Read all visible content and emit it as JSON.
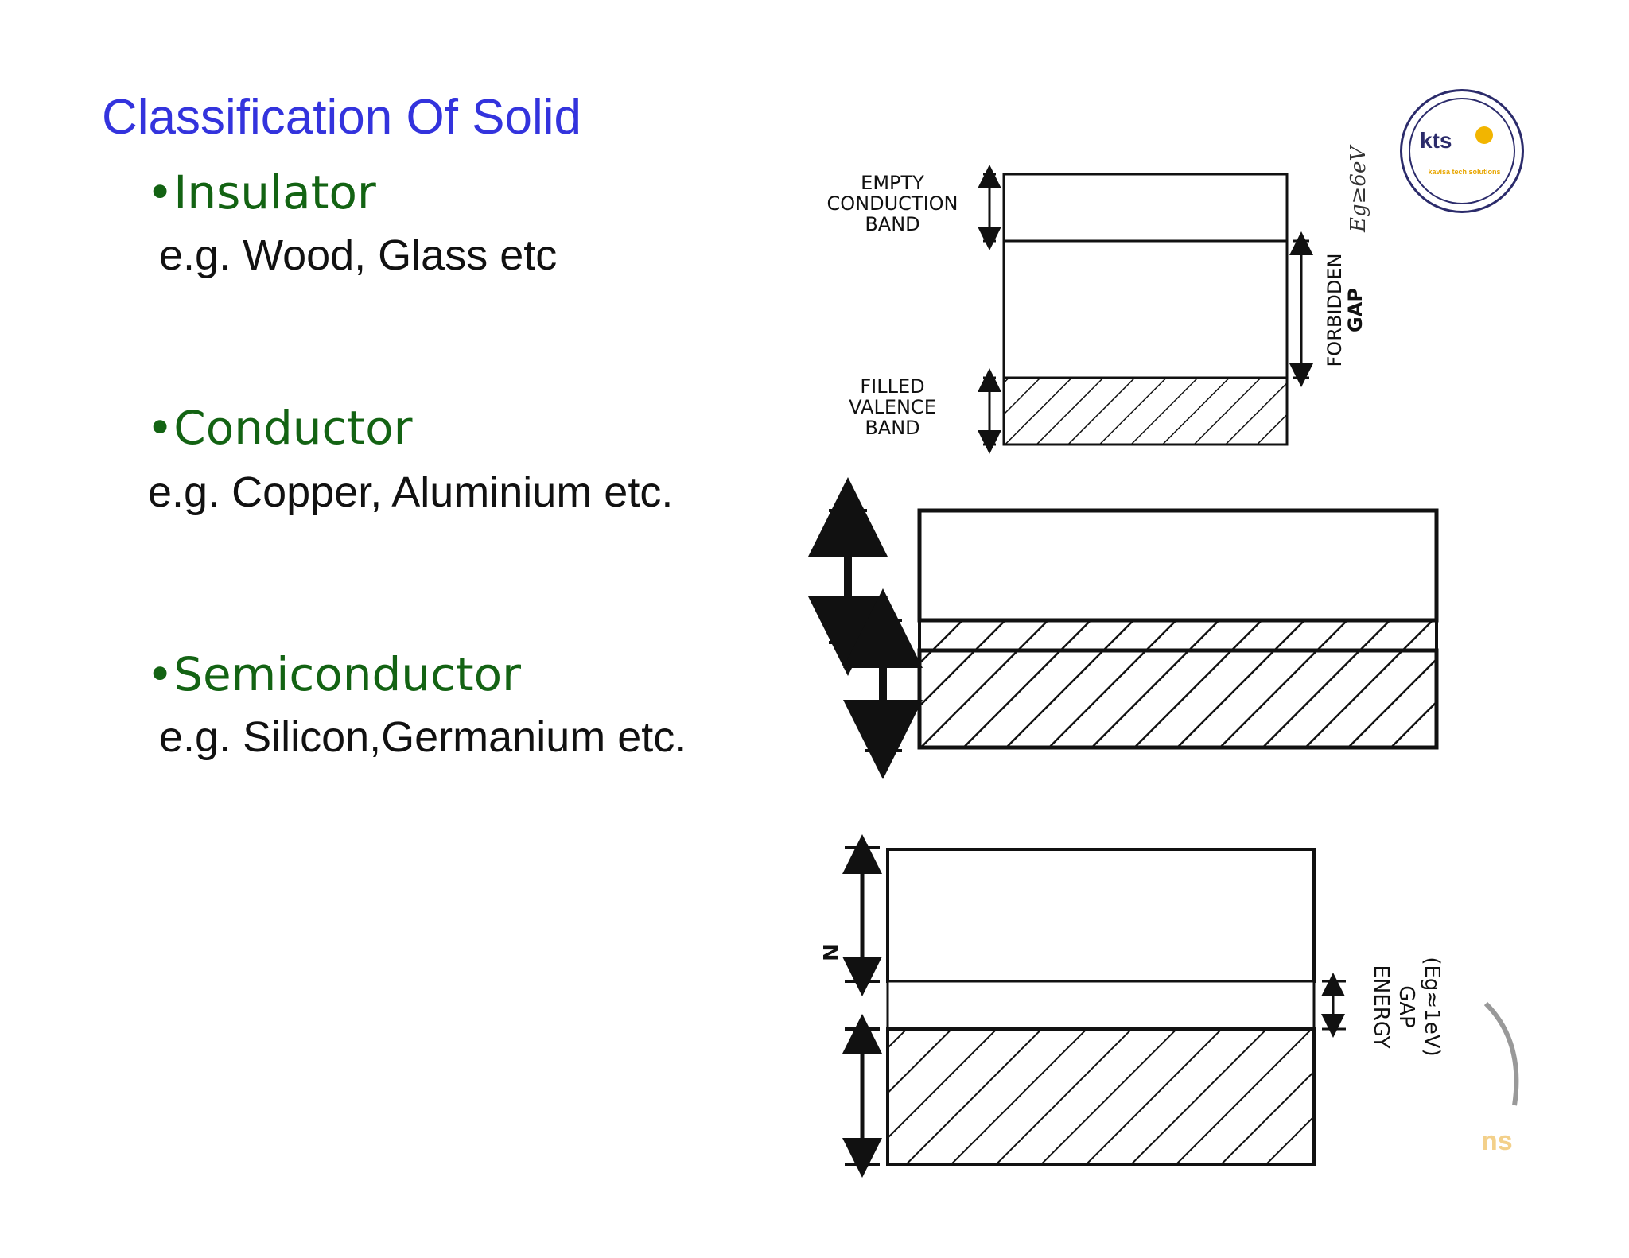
{
  "title": "Classification Of Solid",
  "items": [
    {
      "heading": "•Insulator",
      "example": "e.g. Wood, Glass etc"
    },
    {
      "heading": "•Conductor",
      "example": "e.g. Copper, Aluminium etc."
    },
    {
      "heading": "•Semiconductor",
      "example": "e.g. Silicon,Germanium etc."
    }
  ],
  "insulator_diagram": {
    "conduction_label": [
      "EMPTY",
      "CONDUCTION",
      "BAND"
    ],
    "valence_label": [
      "FILLED",
      "VALENCE",
      "BAND"
    ],
    "gap_label": [
      "FORBIDDEN",
      "GAP"
    ],
    "handwritten_note": "Eg≥6eV"
  },
  "semiconductor_diagram": {
    "side_label": "N",
    "gap_label": [
      "ENERGY",
      "GAP",
      "(Eg≈1eV)"
    ]
  },
  "logo": {
    "text": "kts",
    "subtitle": "kavisa tech solutions"
  },
  "watermark": "ns",
  "colors": {
    "title": "#3333dd",
    "bullet": "#136313",
    "example": "#111111"
  }
}
